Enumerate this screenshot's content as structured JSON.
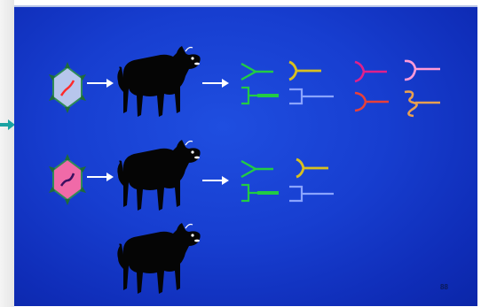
{
  "slide": {
    "background_color": "#173ed0",
    "page_number": "88"
  },
  "colors": {
    "cell_fill_1": "#b7c6ec",
    "cell_fill_2": "#f06aa8",
    "cell_spike": "#1f6b3a",
    "cell_outline": "#2e8b57",
    "dna_strand_1": "#ff2a2a",
    "dna_strand_2": "#3a1060",
    "arrow": "#ffffff",
    "edge_arrow": "#1aa3a3"
  },
  "icons": {
    "cell": "antigen-cell-icon",
    "animal": "bull-icon",
    "arrow": "arrow-right-icon",
    "antibody": "antibody-y-icon"
  },
  "rows": [
    {
      "row": "immunized-pink-dna",
      "antibodies": [
        {
          "color": "#22cc44",
          "shape": "y"
        },
        {
          "color": "#d8c020",
          "shape": "y"
        },
        {
          "color": "#22cc44",
          "shape": "fork"
        },
        {
          "color": "#8aa4ff",
          "shape": "fork"
        }
      ]
    },
    {
      "row": "immunized-purple-dna",
      "antibodies": [
        {
          "color": "#22cc44",
          "shape": "y"
        },
        {
          "color": "#d8c020",
          "shape": "y"
        },
        {
          "color": "#22cc44",
          "shape": "fork"
        },
        {
          "color": "#8aa4ff",
          "shape": "fork"
        }
      ]
    }
  ],
  "extra_antibodies": [
    {
      "color": "#e0208a",
      "shape": "y"
    },
    {
      "color": "#ff9ad8",
      "shape": "y"
    },
    {
      "color": "#e8403a",
      "shape": "y"
    },
    {
      "color": "#e8a050",
      "shape": "wave"
    }
  ]
}
